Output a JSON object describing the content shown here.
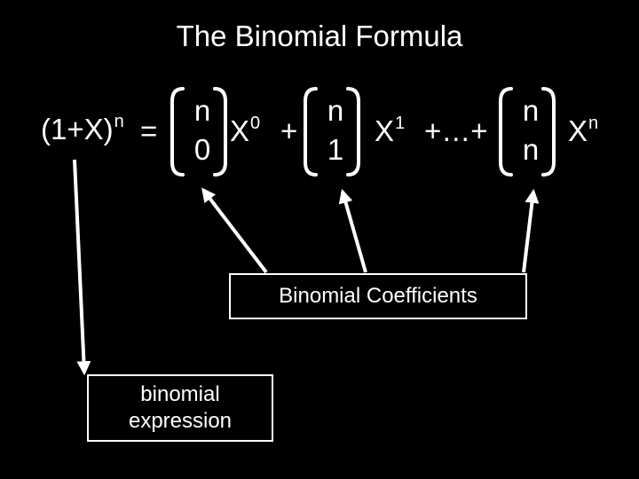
{
  "title": "The Binomial Formula",
  "formula": {
    "lhs_base": "(1+X)",
    "lhs_exp": "n",
    "equals": "=",
    "terms": [
      {
        "top": "n",
        "bottom": "0",
        "var": "X",
        "exp": "0"
      },
      {
        "top": "n",
        "bottom": "1",
        "var": "X",
        "exp": "1"
      },
      {
        "top": "n",
        "bottom": "n",
        "var": "X",
        "exp": "n"
      }
    ],
    "plus": "+",
    "ellipsis": "+…+"
  },
  "labels": {
    "coefficients": "Binomial Coefficients",
    "expression_line1": "binomial",
    "expression_line2": "expression"
  },
  "colors": {
    "background": "#000000",
    "foreground": "#ffffff"
  }
}
